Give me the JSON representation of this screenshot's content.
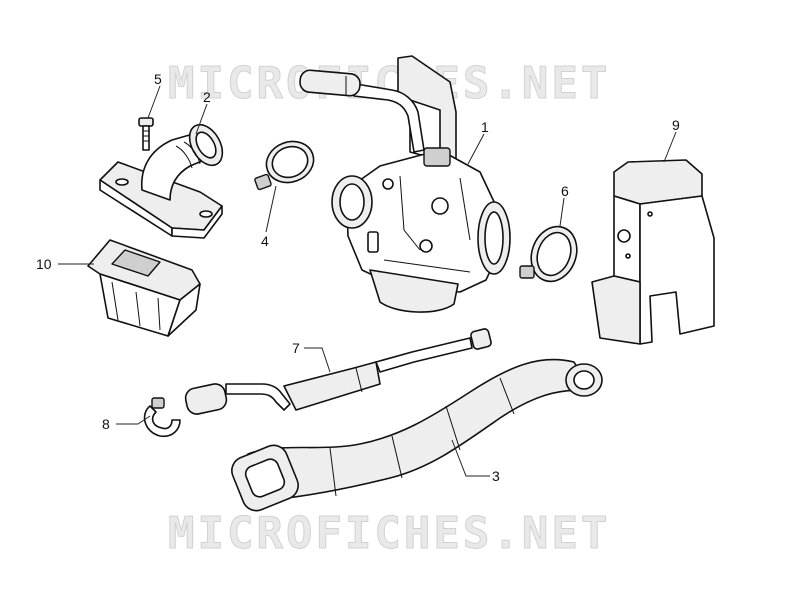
{
  "watermark": {
    "top": "MICROFICHES.NET",
    "bottom": "MICROFICHES.NET"
  },
  "callouts": {
    "p1": "1",
    "p2": "2",
    "p3": "3",
    "p4": "4",
    "p5": "5",
    "p6": "6",
    "p7": "7",
    "p8": "8",
    "p9": "9",
    "p10": "10"
  },
  "colors": {
    "line": "#111111",
    "watermark": "#e9e9e9",
    "background": "#ffffff"
  }
}
